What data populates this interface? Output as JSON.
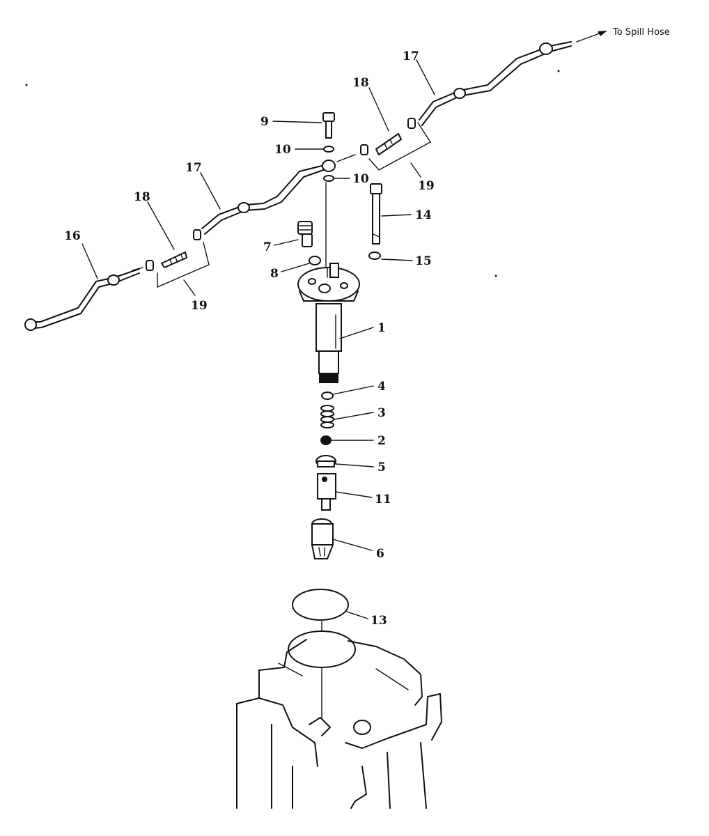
{
  "note": {
    "text": "To Spill Hose"
  },
  "callouts": [
    {
      "id": "c16",
      "text": "16"
    },
    {
      "id": "c17a",
      "text": "17"
    },
    {
      "id": "c17b",
      "text": "17"
    },
    {
      "id": "c18a",
      "text": "18"
    },
    {
      "id": "c18b",
      "text": "18"
    },
    {
      "id": "c19a",
      "text": "19"
    },
    {
      "id": "c19b",
      "text": "19"
    },
    {
      "id": "c9",
      "text": "9"
    },
    {
      "id": "c10a",
      "text": "10"
    },
    {
      "id": "c10b",
      "text": "10"
    },
    {
      "id": "c14",
      "text": "14"
    },
    {
      "id": "c15",
      "text": "15"
    },
    {
      "id": "c7",
      "text": "7"
    },
    {
      "id": "c8",
      "text": "8"
    },
    {
      "id": "c1",
      "text": "1"
    },
    {
      "id": "c4",
      "text": "4"
    },
    {
      "id": "c3",
      "text": "3"
    },
    {
      "id": "c2",
      "text": "2"
    },
    {
      "id": "c5",
      "text": "5"
    },
    {
      "id": "c11",
      "text": "11"
    },
    {
      "id": "c6",
      "text": "6"
    },
    {
      "id": "c13",
      "text": "13"
    }
  ]
}
